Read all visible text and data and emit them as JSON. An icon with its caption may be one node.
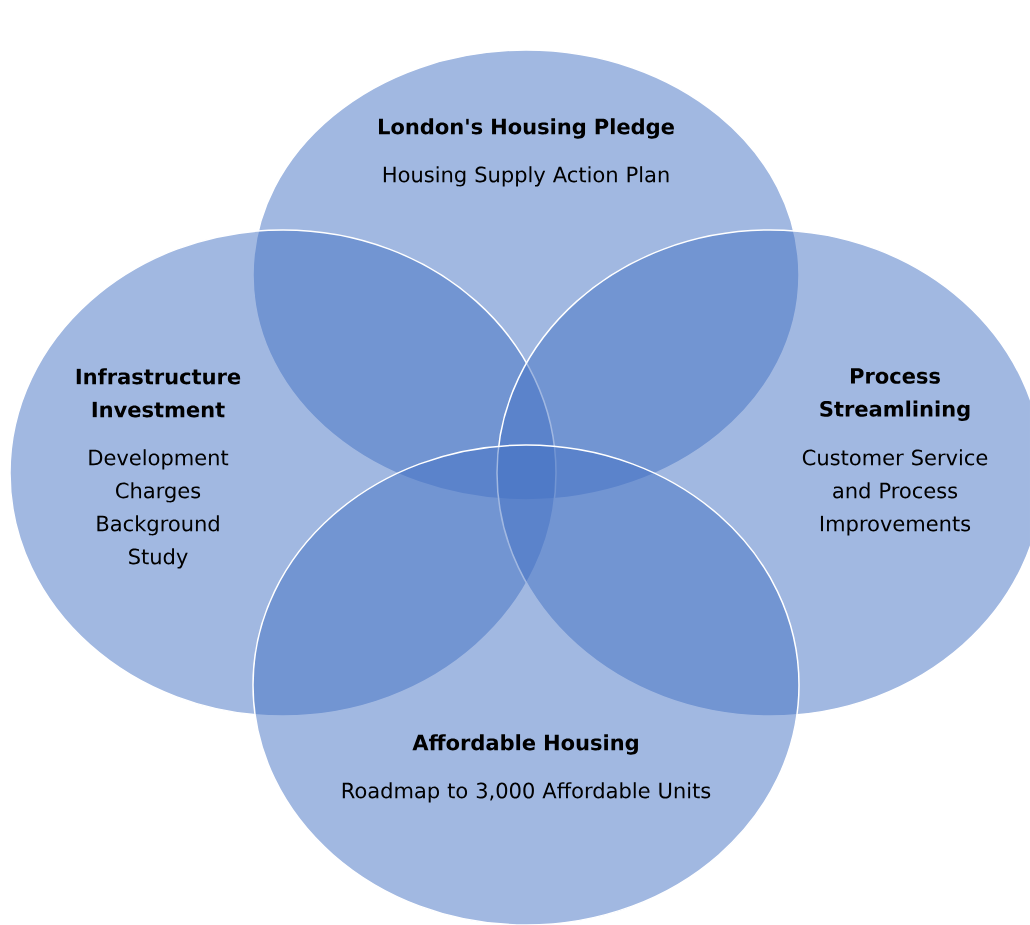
{
  "diagram": {
    "nodes": [
      {
        "text": [
          "London's Housing Pledge",
          "Housing Supply Action Plan"
        ]
      },
      {
        "text": [
          "Infrastructure Investment",
          "Development Charges Background Study"
        ]
      },
      {
        "text": [
          "Process Streamlining",
          "Customer Service and Process Improvements"
        ]
      },
      {
        "text": [
          "Affordable Housing",
          "Roadmap to 3,000 Affordable Units"
        ]
      }
    ]
  }
}
